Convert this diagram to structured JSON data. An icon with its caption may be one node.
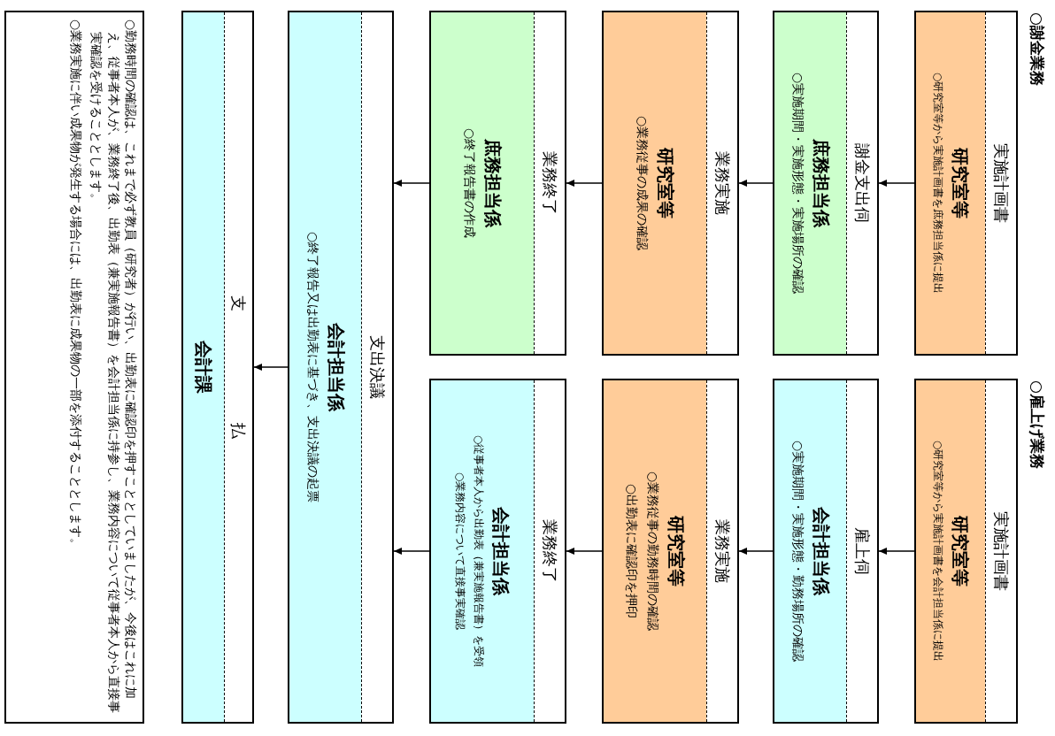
{
  "diagram": {
    "nodes": [
      {
        "text": [
          "実施計画書",
          "研究室等",
          "○研究室等から実施計画書を庶務担当係に提出"
        ]
      },
      {
        "text": [
          "謝金支出伺",
          "庶務担当係",
          "○実施期間・実施形態・実施場所の確認"
        ]
      },
      {
        "text": [
          "業務実施",
          "研究室等",
          "○業務従事の成果の確認"
        ]
      },
      {
        "text": [
          "業務終了",
          "庶務担当係",
          "○終了報告書の作成"
        ]
      },
      {
        "text": [
          "実施計画書",
          "研究室等",
          "○研究室等から実施計画書を会計担当係に提出"
        ]
      },
      {
        "text": [
          "雇上伺",
          "会計担当係",
          "○実施期間・実施形態・勤務場所の確認"
        ]
      },
      {
        "text": [
          "業務実施",
          "研究室等",
          "○業務従事の勤務時間の確認",
          "○出勤表に確認印を押印"
        ]
      },
      {
        "text": [
          "業務終了",
          "会計担当係",
          "○従事者本人から出勤表（兼実施報告書）を受領",
          "○業務内容について直接事実確認"
        ]
      },
      {
        "text": [
          "支出決議",
          "会計担当係",
          "○終了報告又は出勤表に基づき、支出決議の起票"
        ]
      },
      {
        "text": [
          "支　払",
          "会計課"
        ]
      },
      {
        "text": [
          "○勤務時間の確認は、これまで必ず教員（研究者）が行い、出勤表に確認印を押すこととしていましたが、今後はこれに加え、従事者本人が、業務終了後、出勤表（兼実施報告書）を会計担当係に持参し、業務内容について従事者本人から直接事実確認を受けることとします。",
          "○業務実施に伴い成果物が発生する場合には、出勤表に成果物の一部を添付することとします。"
        ]
      }
    ],
    "edges": [
      {
        "from": 0,
        "to": 1,
        "arrow": "to"
      },
      {
        "from": 1,
        "to": 2,
        "arrow": "to"
      },
      {
        "from": 2,
        "to": 3,
        "arrow": "to"
      },
      {
        "from": 4,
        "to": 5,
        "arrow": "to"
      },
      {
        "from": 5,
        "to": 6,
        "arrow": "to"
      },
      {
        "from": 6,
        "to": 7,
        "arrow": "to"
      },
      {
        "from": 3,
        "to": 8,
        "arrow": "to"
      },
      {
        "from": 7,
        "to": 8,
        "arrow": "to"
      },
      {
        "from": 8,
        "to": 9,
        "arrow": "to"
      }
    ],
    "labels": [
      "○謝金業務",
      "○雇上げ業務"
    ]
  }
}
